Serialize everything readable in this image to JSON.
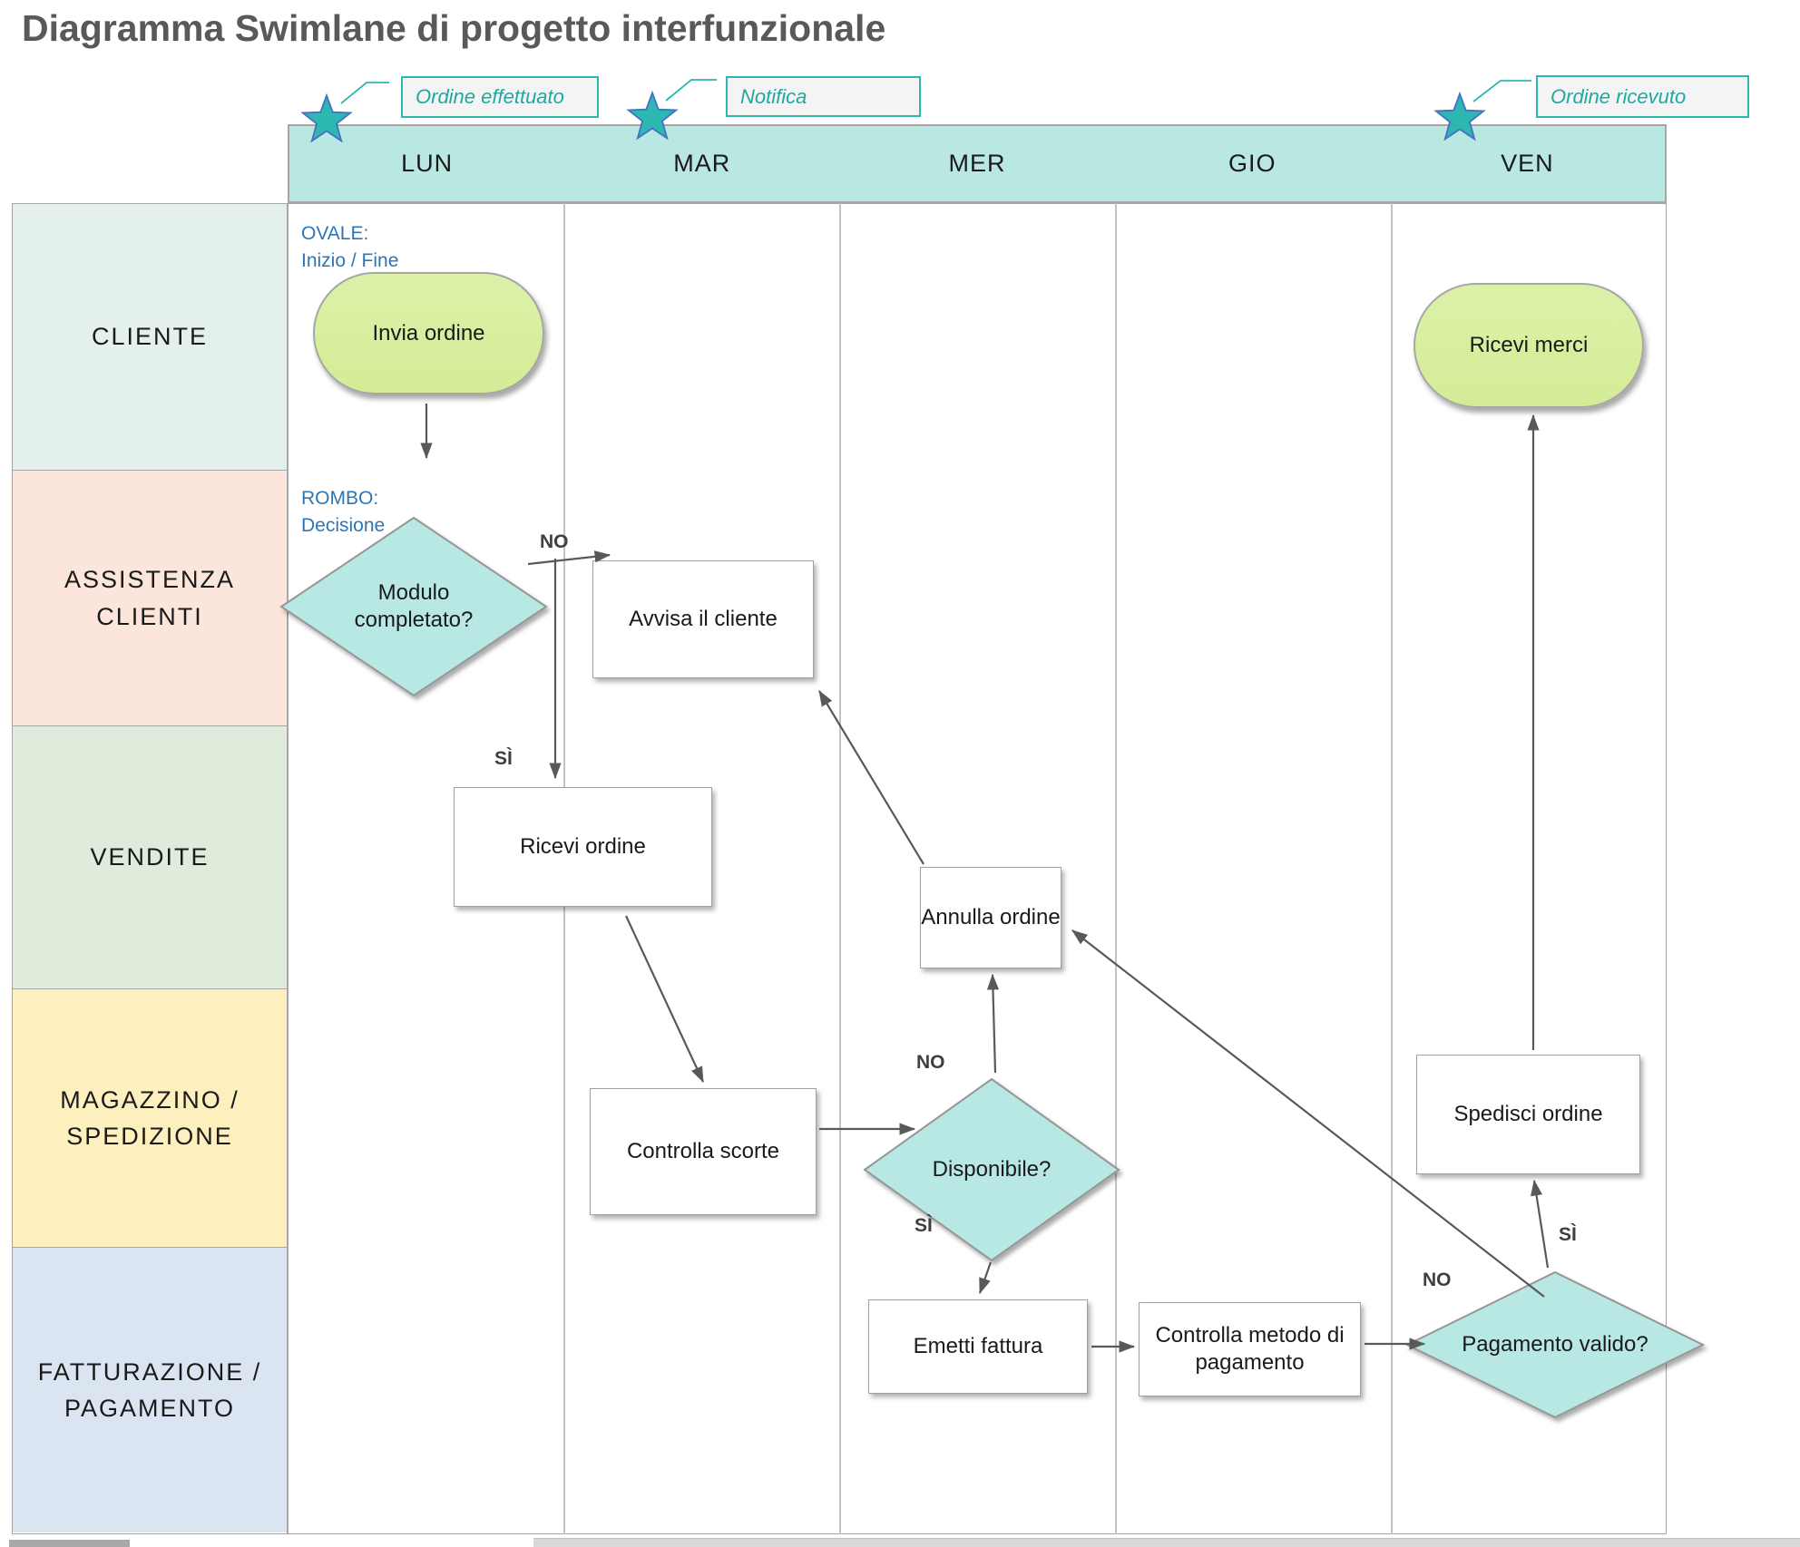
{
  "title": "Diagramma Swimlane di progetto interfunzionale",
  "callouts": [
    {
      "label": "Ordine effettuato"
    },
    {
      "label": "Notifica"
    },
    {
      "label": "Ordine ricevuto"
    }
  ],
  "days": [
    "LUN",
    "MAR",
    "MER",
    "GIO",
    "VEN"
  ],
  "lanes": [
    "CLIENTE",
    "ASSISTENZA CLIENTI",
    "VENDITE",
    "MAGAZZINO / SPEDIZIONE",
    "FATTURAZIONE / PAGAMENTO"
  ],
  "legend": {
    "oval_title": "OVALE:",
    "oval_desc": "Inizio / Fine",
    "diamond_title": "ROMBO:",
    "diamond_desc": "Decisione"
  },
  "nodes": {
    "invia": "Invia ordine",
    "modulo": "Modulo completato?",
    "avvisa": "Avvisa il cliente",
    "ricevi": "Ricevi ordine",
    "scorte": "Controlla scorte",
    "disponibile": "Disponibile?",
    "annulla": "Annulla ordine",
    "emetti": "Emetti fattura",
    "metodo": "Controlla metodo di pagamento",
    "pagamento": "Pagamento valido?",
    "spedisci": "Spedisci ordine",
    "merci": "Ricevi merci"
  },
  "branch": {
    "no": "NO",
    "si": "SÌ"
  },
  "colors": {
    "header_fill": "#b9e7e2",
    "diamond_fill": "#b7e8e3",
    "oval_fill": "#d9efa0",
    "lane_cliente": "#e4f0ee",
    "lane_assistenza": "#fce5da",
    "lane_vendite": "#dfecdb",
    "lane_magazzino": "#fdefbe",
    "lane_fatturazione": "#dae5f1",
    "callout_teal": "#1fb0a8",
    "annotation_blue": "#2e75b6",
    "arrow_gray": "#595959",
    "star_fill": "#2cb7b0",
    "star_stroke": "#4472c4",
    "border_gray": "#a6a6a6"
  }
}
